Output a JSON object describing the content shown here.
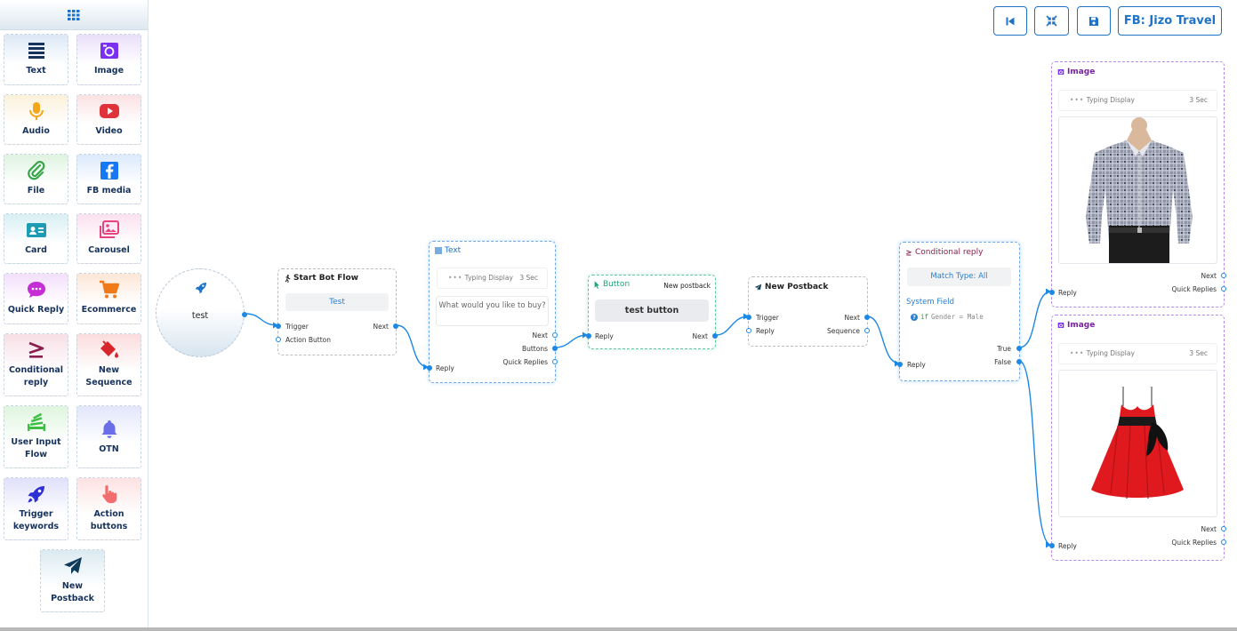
{
  "sidebar": {
    "items": [
      {
        "label": "Text",
        "icon": "text-lines-icon"
      },
      {
        "label": "Image",
        "icon": "image-icon"
      },
      {
        "label": "Audio",
        "icon": "microphone-icon"
      },
      {
        "label": "Video",
        "icon": "video-play-icon"
      },
      {
        "label": "File",
        "icon": "paperclip-icon"
      },
      {
        "label": "FB media",
        "icon": "facebook-icon"
      },
      {
        "label": "Card",
        "icon": "id-card-icon"
      },
      {
        "label": "Carousel",
        "icon": "images-icon"
      },
      {
        "label": "Quick Reply",
        "icon": "chat-bubble-icon"
      },
      {
        "label": "Ecommerce",
        "icon": "shopping-cart-icon"
      },
      {
        "label": "Conditional reply",
        "icon": "greater-equal-icon"
      },
      {
        "label": "New Sequence",
        "icon": "fill-drip-icon"
      },
      {
        "label": "User Input Flow",
        "icon": "stack-icon"
      },
      {
        "label": "OTN",
        "icon": "bell-icon"
      },
      {
        "label": "Trigger keywords",
        "icon": "rocket-icon"
      },
      {
        "label": "Action buttons",
        "icon": "hand-pointer-icon"
      },
      {
        "label": "New Postback",
        "icon": "paper-plane-icon"
      }
    ]
  },
  "toolbar": {
    "page_label": "FB: Jizo Travel"
  },
  "nodes": {
    "start": {
      "label": "test"
    },
    "start_bot_flow": {
      "title": "Start Bot Flow",
      "button_text": "Test",
      "trigger": "Trigger",
      "action_button": "Action Button",
      "next": "Next"
    },
    "text": {
      "title": "Text",
      "typing": "Typing Display",
      "sec": "3 Sec",
      "message": "What would you like to buy?",
      "reply": "Reply",
      "next": "Next",
      "buttons": "Buttons",
      "quick_replies": "Quick Replies"
    },
    "button": {
      "title": "Button",
      "badge": "New postback",
      "button_text": "test button",
      "reply": "Reply",
      "next": "Next"
    },
    "new_postback": {
      "title": "New Postback",
      "trigger": "Trigger",
      "reply": "Reply",
      "next": "Next",
      "sequence": "Sequence"
    },
    "conditional": {
      "title": "Conditional reply",
      "match": "Match Type: All",
      "system_field": "System Field",
      "cond_if": "if",
      "cond_text": "Gender = Male",
      "reply": "Reply",
      "true_lbl": "True",
      "false_lbl": "False"
    },
    "image1": {
      "title": "Image",
      "typing": "Typing Display",
      "sec": "3 Sec",
      "reply": "Reply",
      "next": "Next",
      "quick_replies": "Quick Replies"
    },
    "image2": {
      "title": "Image",
      "typing": "Typing Display",
      "sec": "3 Sec",
      "reply": "Reply",
      "next": "Next",
      "quick_replies": "Quick Replies"
    }
  },
  "colors": {
    "accent": "#1e88e5",
    "primary_text": "#16325c",
    "image_title": "#7b1fa2",
    "button_title": "#1aa67a",
    "conditional_title": "#8a1f4e"
  }
}
